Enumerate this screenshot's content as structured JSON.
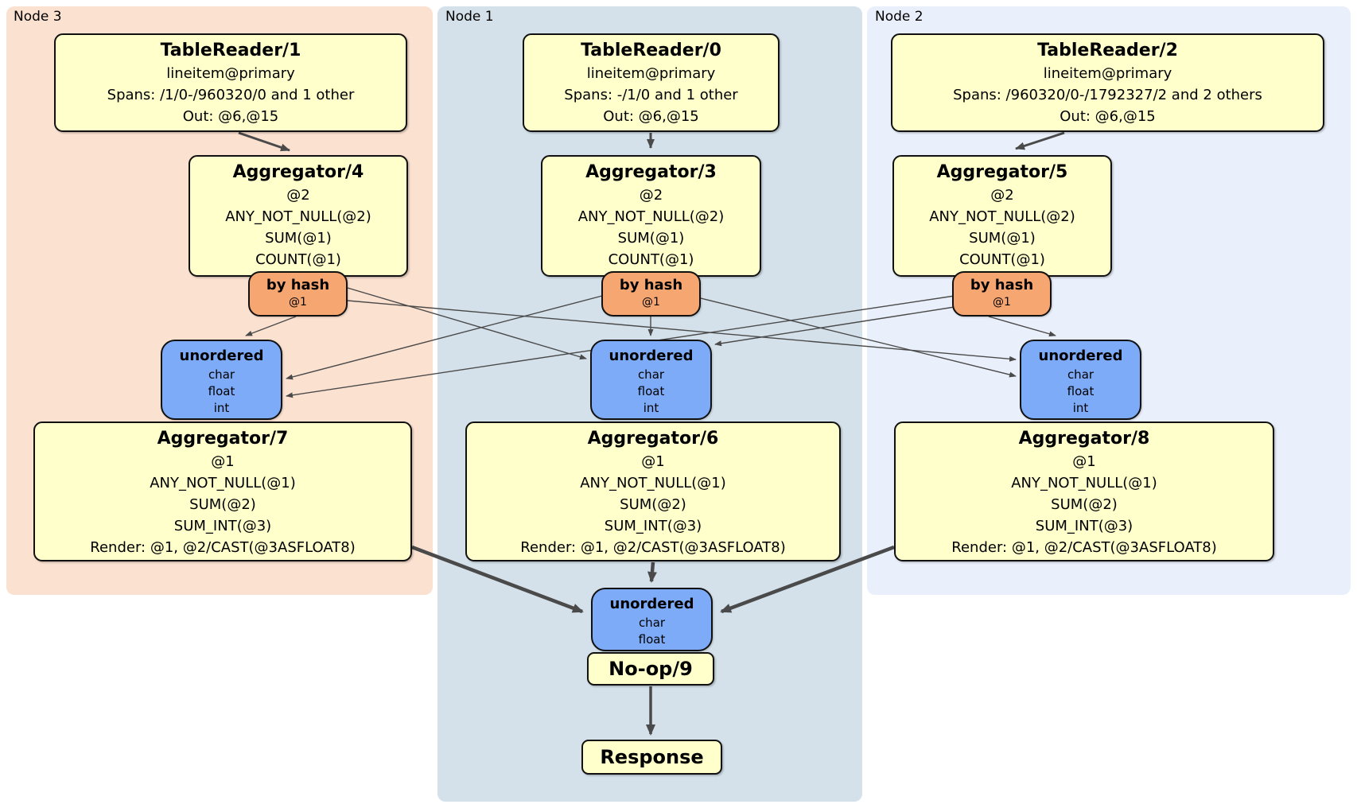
{
  "colors": {
    "node3_bg": "#fbe1d0",
    "node1_bg": "#d4e1ea",
    "node2_bg": "#eaf0fb",
    "box_yellow": "#ffffcc",
    "router_orange": "#f6a671",
    "sync_blue": "#7dabf8",
    "edge": "#4a4a4a"
  },
  "node3": {
    "label": "Node 3",
    "table_reader": {
      "title": "TableReader/1",
      "lines": [
        "lineitem@primary",
        "Spans: /1/0-/960320/0 and 1 other",
        "Out: @6,@15"
      ]
    },
    "aggregator_top": {
      "title": "Aggregator/4",
      "lines": [
        "@2",
        "ANY_NOT_NULL(@2)",
        "SUM(@1)",
        "COUNT(@1)"
      ]
    },
    "router": {
      "title": "by hash",
      "lines": [
        "@1"
      ]
    },
    "sync": {
      "title": "unordered",
      "lines": [
        "char",
        "float",
        "int"
      ]
    },
    "aggregator_bottom": {
      "title": "Aggregator/7",
      "lines": [
        "@1",
        "ANY_NOT_NULL(@1)",
        "SUM(@2)",
        "SUM_INT(@3)",
        "Render: @1, @2/CAST(@3ASFLOAT8)"
      ]
    }
  },
  "node1": {
    "label": "Node 1",
    "table_reader": {
      "title": "TableReader/0",
      "lines": [
        "lineitem@primary",
        "Spans: -/1/0 and 1 other",
        "Out: @6,@15"
      ]
    },
    "aggregator_top": {
      "title": "Aggregator/3",
      "lines": [
        "@2",
        "ANY_NOT_NULL(@2)",
        "SUM(@1)",
        "COUNT(@1)"
      ]
    },
    "router": {
      "title": "by hash",
      "lines": [
        "@1"
      ]
    },
    "sync": {
      "title": "unordered",
      "lines": [
        "char",
        "float",
        "int"
      ]
    },
    "aggregator_bottom": {
      "title": "Aggregator/6",
      "lines": [
        "@1",
        "ANY_NOT_NULL(@1)",
        "SUM(@2)",
        "SUM_INT(@3)",
        "Render: @1, @2/CAST(@3ASFLOAT8)"
      ]
    },
    "final_sync": {
      "title": "unordered",
      "lines": [
        "char",
        "float"
      ]
    },
    "noop": {
      "title": "No-op/9"
    },
    "response": {
      "title": "Response"
    }
  },
  "node2": {
    "label": "Node 2",
    "table_reader": {
      "title": "TableReader/2",
      "lines": [
        "lineitem@primary",
        "Spans: /960320/0-/1792327/2 and 2 others",
        "Out: @6,@15"
      ]
    },
    "aggregator_top": {
      "title": "Aggregator/5",
      "lines": [
        "@2",
        "ANY_NOT_NULL(@2)",
        "SUM(@1)",
        "COUNT(@1)"
      ]
    },
    "router": {
      "title": "by hash",
      "lines": [
        "@1"
      ]
    },
    "sync": {
      "title": "unordered",
      "lines": [
        "char",
        "float",
        "int"
      ]
    },
    "aggregator_bottom": {
      "title": "Aggregator/8",
      "lines": [
        "@1",
        "ANY_NOT_NULL(@1)",
        "SUM(@2)",
        "SUM_INT(@3)",
        "Render: @1, @2/CAST(@3ASFLOAT8)"
      ]
    }
  }
}
